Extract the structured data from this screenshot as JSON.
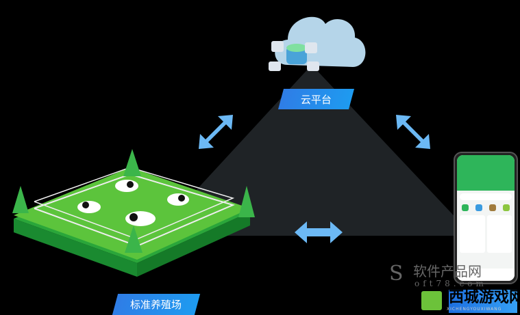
{
  "nodes": {
    "cloud": {
      "label": "云平台"
    },
    "farm": {
      "label": "标准养殖场"
    }
  },
  "colors": {
    "background": "#000000",
    "triangle": "#1f2326",
    "label_blue": "#2a86ea",
    "arrow": "#6cb9f5",
    "grass": "#5cc43c",
    "phone_green": "#2eb55a"
  },
  "watermarks": {
    "site1": "软件产品网",
    "site1_url": "oft78.com",
    "site2": "西城游戏网",
    "site2_sub": "XICHENGYOUXIWANG"
  }
}
